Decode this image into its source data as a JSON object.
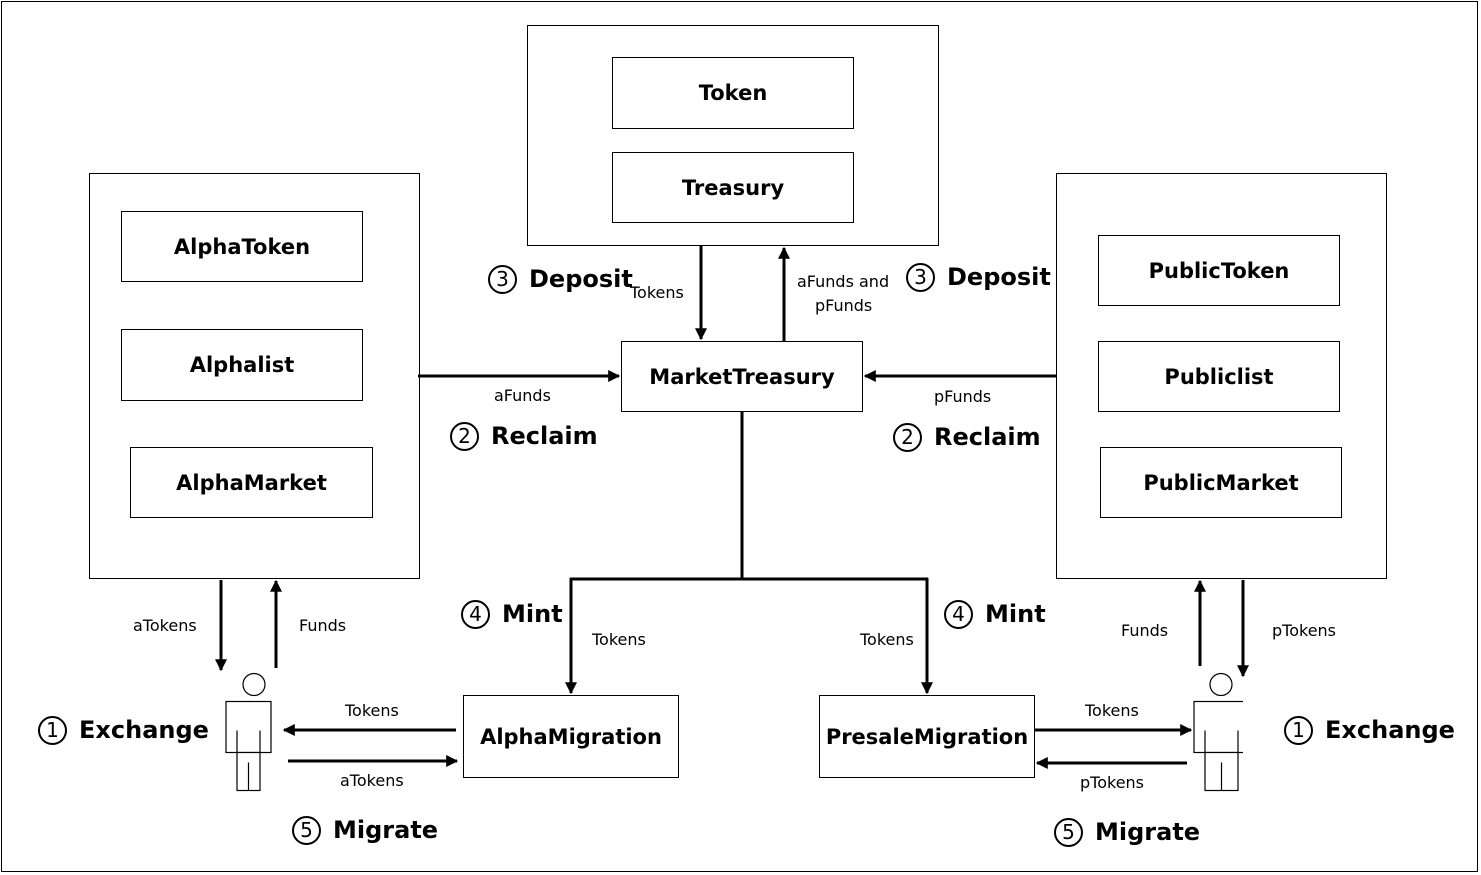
{
  "nodes": {
    "token": "Token",
    "treasury": "Treasury",
    "alpha_token": "AlphaToken",
    "alphalist": "Alphalist",
    "alpha_market": "AlphaMarket",
    "public_token": "PublicToken",
    "publiclist": "Publiclist",
    "public_market": "PublicMarket",
    "market_treasury": "MarketTreasury",
    "alpha_migration": "AlphaMigration",
    "presale_migration": "PresaleMigration"
  },
  "steps": {
    "deposit_left": {
      "num": "3",
      "label": "Deposit"
    },
    "deposit_right": {
      "num": "3",
      "label": "Deposit"
    },
    "reclaim_left": {
      "num": "2",
      "label": "Reclaim"
    },
    "reclaim_right": {
      "num": "2",
      "label": "Reclaim"
    },
    "mint_left": {
      "num": "4",
      "label": "Mint"
    },
    "mint_right": {
      "num": "4",
      "label": "Mint"
    },
    "exchange_left": {
      "num": "1",
      "label": "Exchange"
    },
    "exchange_right": {
      "num": "1",
      "label": "Exchange"
    },
    "migrate_left": {
      "num": "5",
      "label": "Migrate"
    },
    "migrate_right": {
      "num": "5",
      "label": "Migrate"
    }
  },
  "edge_labels": {
    "tokens_to_market_treasury": "Tokens",
    "funds_to_treasury_line1": "aFunds and",
    "funds_to_treasury_line2": "pFunds",
    "afunds_reclaim": "aFunds",
    "pfunds_reclaim": "pFunds",
    "tokens_mint_left": "Tokens",
    "tokens_mint_right": "Tokens",
    "atokens_to_user": "aTokens",
    "funds_from_user_left": "Funds",
    "funds_from_user_right": "Funds",
    "ptokens_to_user": "pTokens",
    "tokens_to_user_left": "Tokens",
    "atokens_to_migration": "aTokens",
    "tokens_to_user_right": "Tokens",
    "ptokens_to_migration": "pTokens"
  },
  "icons": {
    "user_left": "person-icon",
    "user_right": "person-icon"
  }
}
